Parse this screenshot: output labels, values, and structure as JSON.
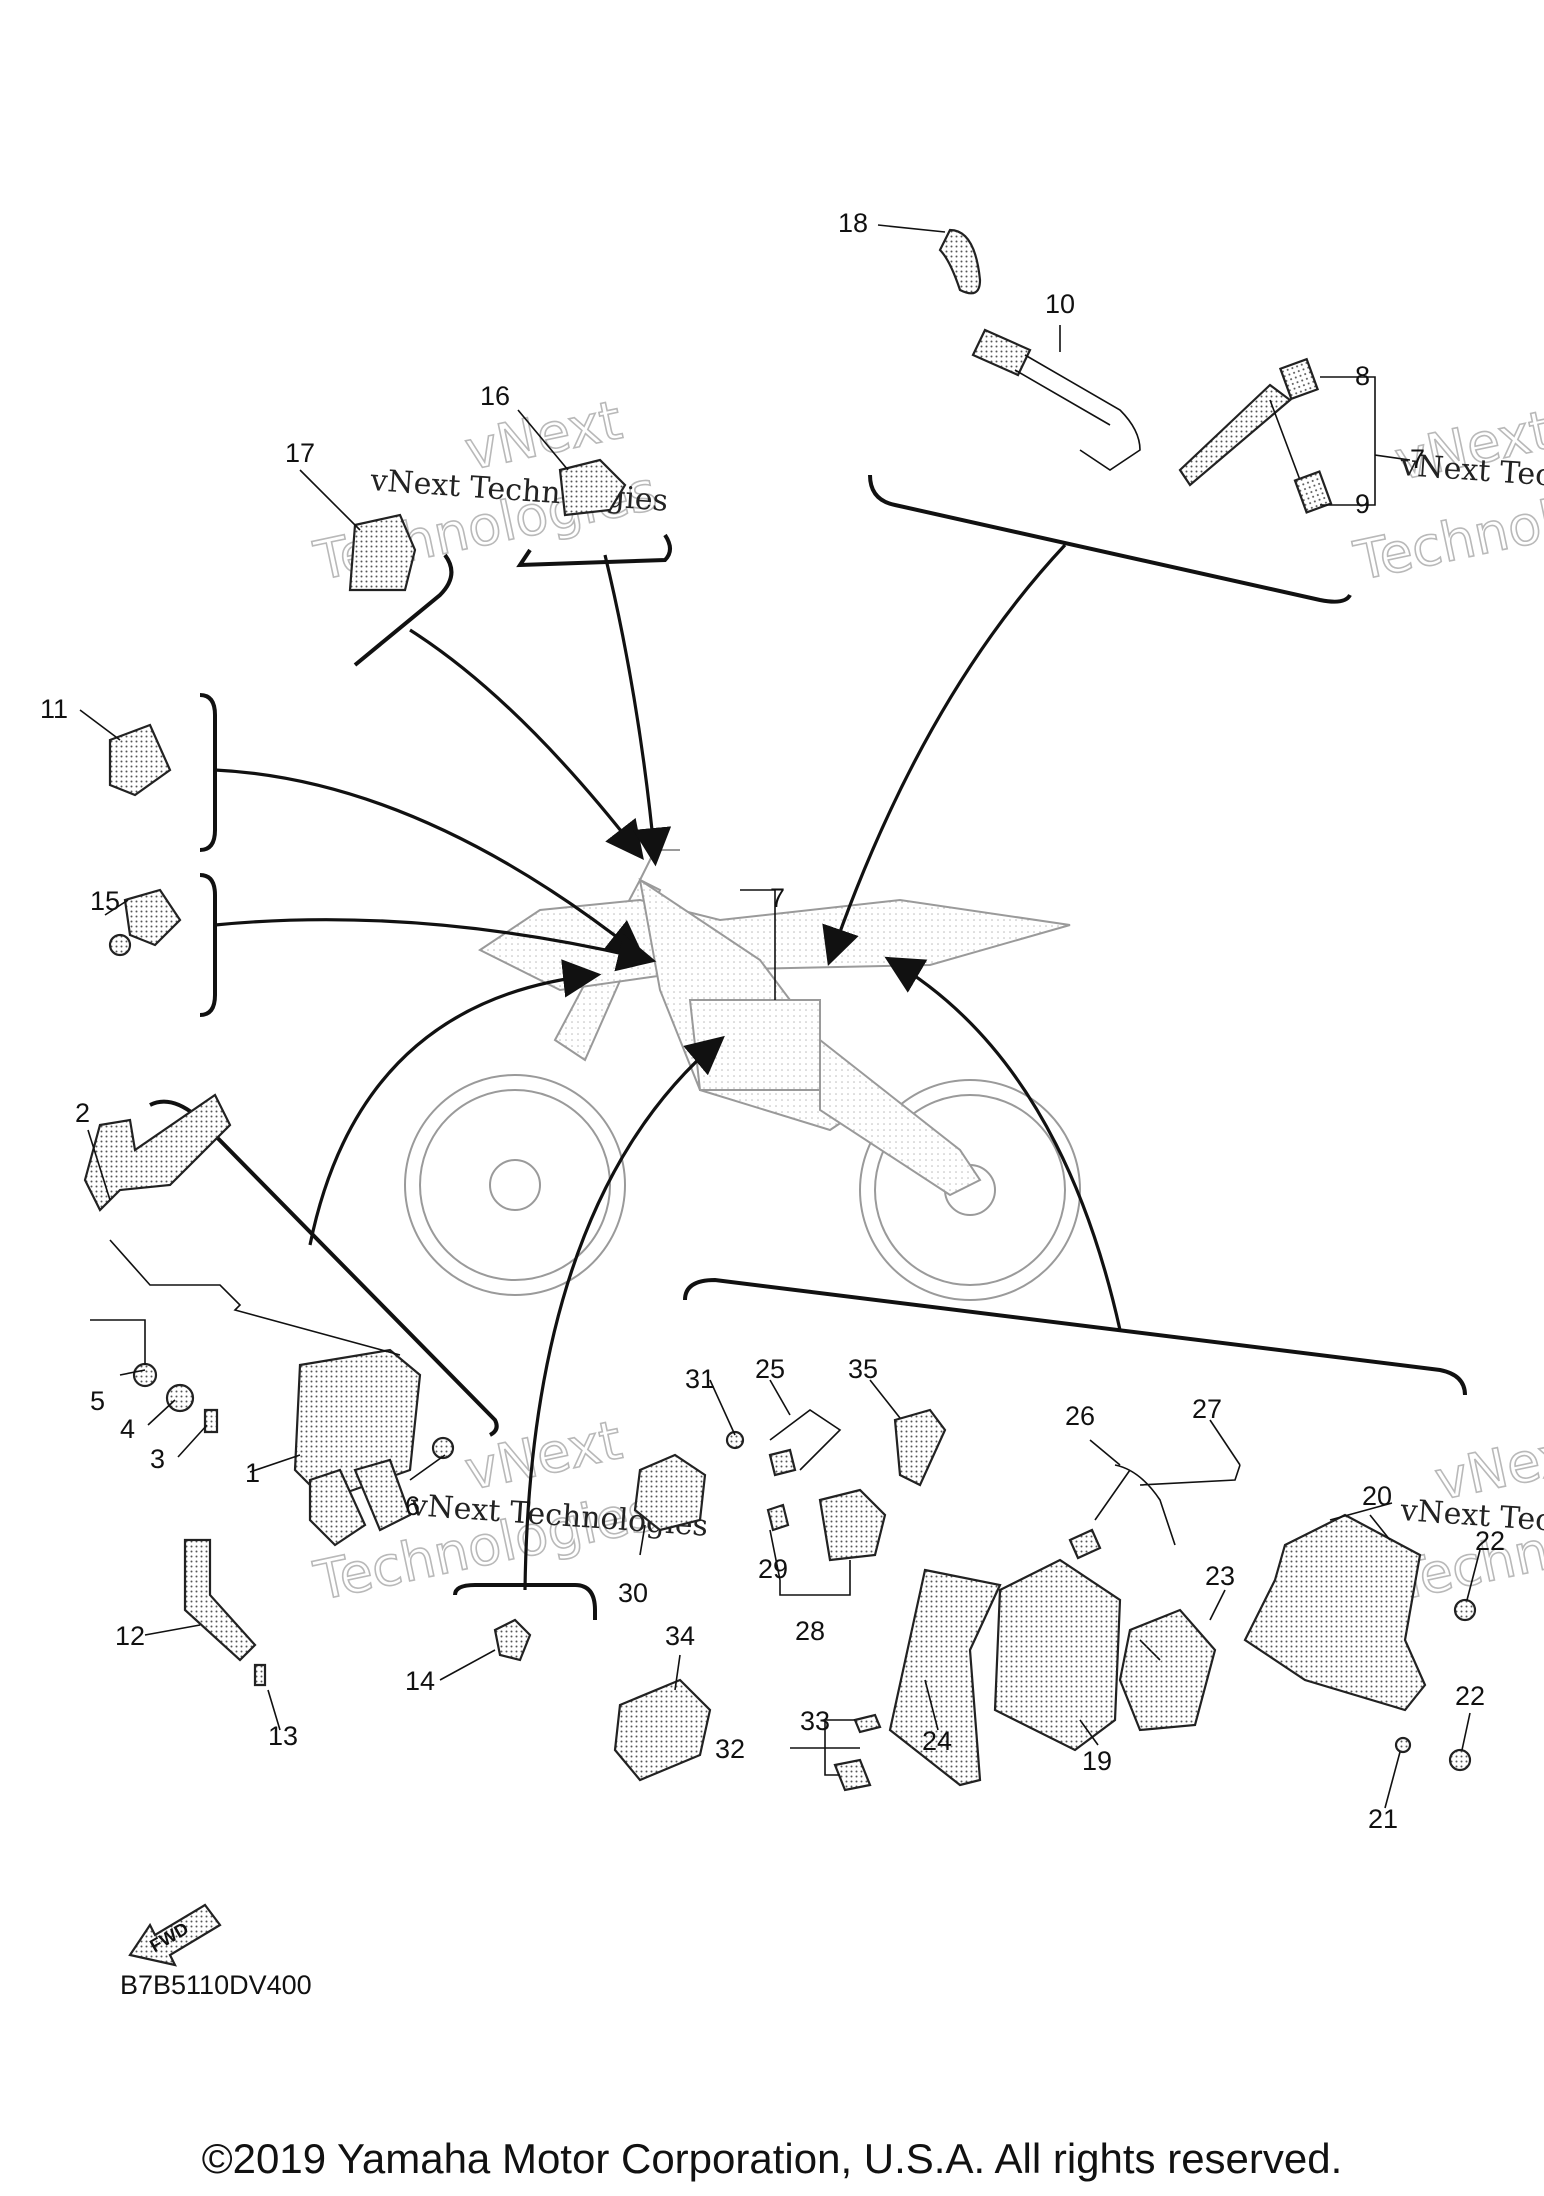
{
  "diagram_code": "B7B5110DV400",
  "copyright": "©2019 Yamaha Motor Corporation, U.S.A. All rights reserved.",
  "watermark": {
    "line1": "vNext Technologies",
    "line2a": "vNext",
    "line2b": "Technologies"
  },
  "fwd_label": "FWD",
  "callouts": [
    "1",
    "2",
    "3",
    "4",
    "5",
    "6",
    "7",
    "8",
    "9",
    "10",
    "11",
    "12",
    "13",
    "14",
    "15",
    "16",
    "17",
    "18",
    "19",
    "20",
    "21",
    "22",
    "23",
    "24",
    "25",
    "26",
    "27",
    "28",
    "29",
    "30",
    "31",
    "32",
    "33",
    "34",
    "35"
  ]
}
